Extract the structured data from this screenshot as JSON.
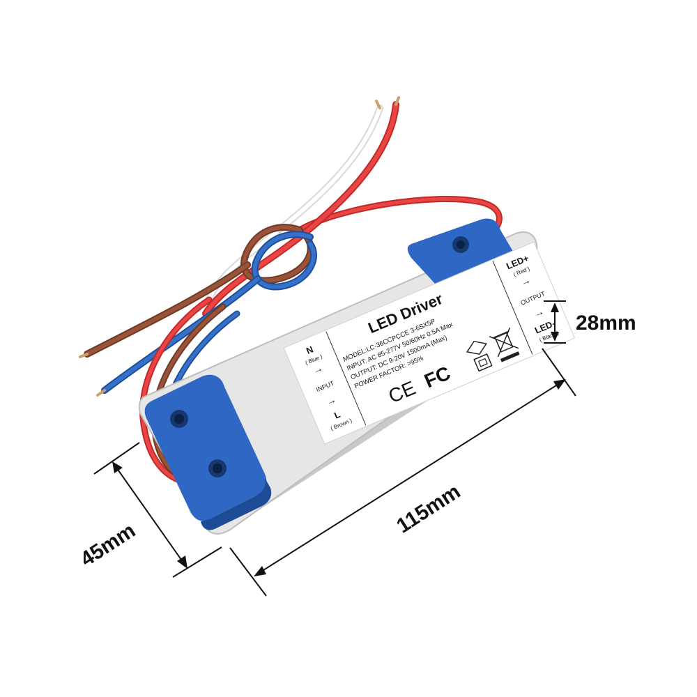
{
  "product": {
    "title": "LED Driver",
    "model": "MODEL:LC-36CCPCCE 3-6SX5P",
    "input": "INPUT: AC 85-277V  50/60Hz  0.5A Max",
    "output": "OUTPUT: DC 9-20V  1500mA (Max)",
    "power_factor": "POWER FACTOR: >95%",
    "input_side": {
      "n_label": "N",
      "n_color": "( Blue )",
      "section": "INPUT",
      "l_label": "L",
      "l_color": "( Brown )"
    },
    "output_side": {
      "pos_label": "LED+",
      "pos_color": "( Red )",
      "section": "OUTPUT",
      "neg_label": "LED-",
      "neg_color": "( Black )"
    },
    "marks": {
      "ce": "CE",
      "fc": "FC"
    }
  },
  "dimensions": {
    "width": "45mm",
    "length": "115mm",
    "height": "28mm"
  },
  "colors": {
    "case_body": "#e6e6e6",
    "case_cap": "#2f67c4",
    "wire_red": "#e03131",
    "wire_white": "#f4f4f4",
    "wire_brown": "#8a4a32",
    "wire_blue": "#2a5fb0"
  }
}
